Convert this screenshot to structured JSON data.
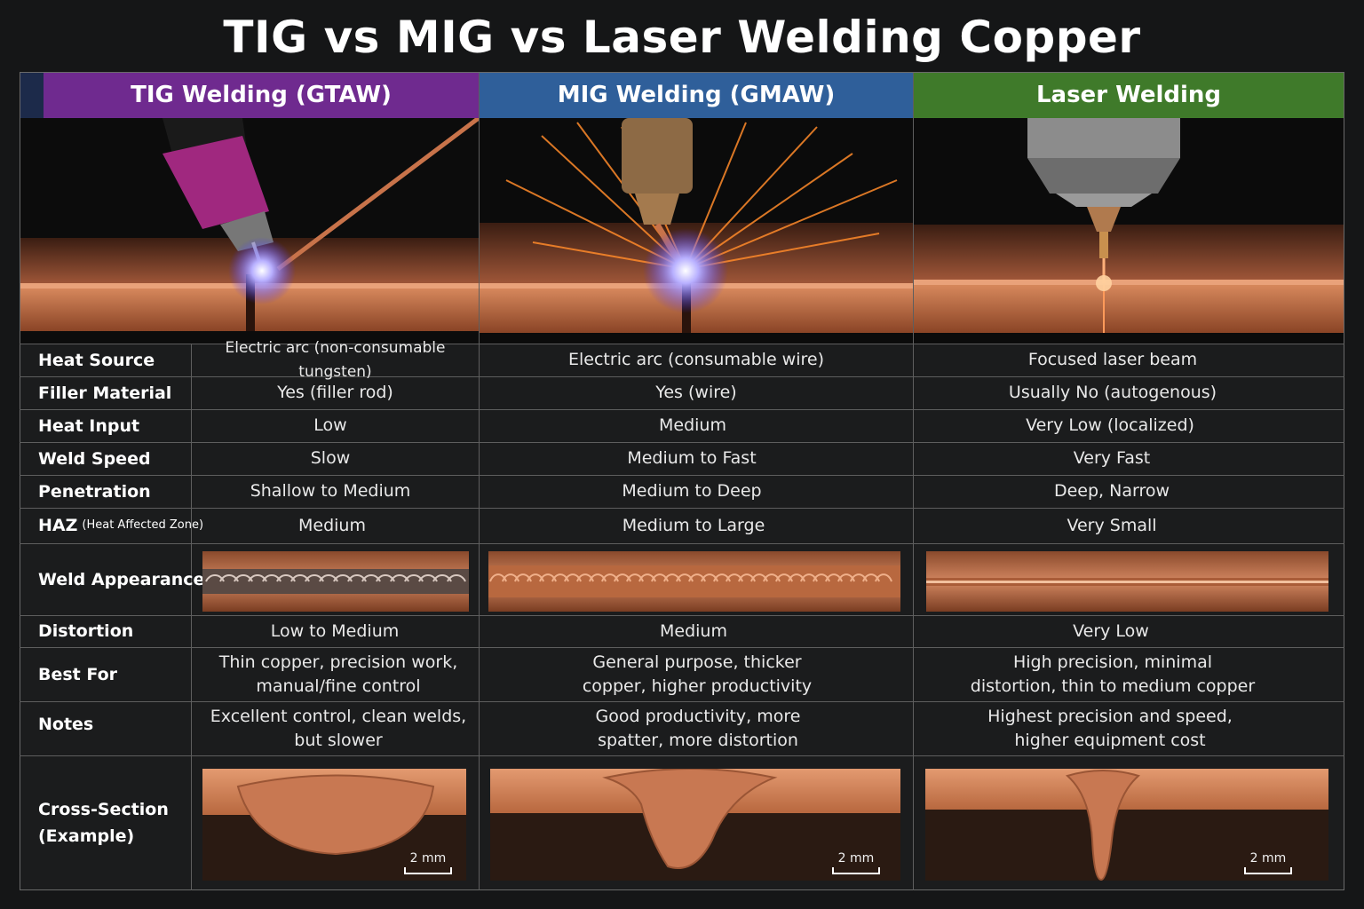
{
  "title": "TIG vs MIG vs Laser Welding Copper",
  "colors": {
    "tig": "#6f2a8f",
    "mig": "#2f5f9a",
    "laser": "#3f7a2a",
    "copper": "#c8734a"
  },
  "columns": [
    {
      "header": "TIG Welding (GTAW)"
    },
    {
      "header": "MIG Welding (GMAW)"
    },
    {
      "header": "Laser Welding"
    }
  ],
  "rows": [
    {
      "label": "Heat Source",
      "values": [
        "Electric arc (non-consumable tungsten)",
        "Electric arc (consumable wire)",
        "Focused laser beam"
      ]
    },
    {
      "label": "Filler Material",
      "values": [
        "Yes (filler rod)",
        "Yes (wire)",
        "Usually No (autogenous)"
      ]
    },
    {
      "label": "Heat Input",
      "values": [
        "Low",
        "Medium",
        "Very Low (localized)"
      ]
    },
    {
      "label": "Weld Speed",
      "values": [
        "Slow",
        "Medium to Fast",
        "Very Fast"
      ]
    },
    {
      "label": "Penetration",
      "values": [
        "Shallow to Medium",
        "Medium to Deep",
        "Deep, Narrow"
      ]
    },
    {
      "label": "HAZ",
      "sublabel": "(Heat Affected Zone)",
      "values": [
        "Medium",
        "Medium to Large",
        "Very Small"
      ]
    },
    {
      "label": "Weld Appearance"
    },
    {
      "label": "Distortion",
      "values": [
        "Low to Medium",
        "Medium",
        "Very Low"
      ]
    },
    {
      "label": "Best For",
      "values": [
        "Thin copper, precision work, manual/fine control",
        "General purpose, thicker copper, higher productivity",
        "High precision, minimal distortion, thin to medium copper"
      ]
    },
    {
      "label": "Notes",
      "values": [
        "Excellent control, clean welds, but slower",
        "Good productivity, more spatter, more distortion",
        "Highest precision and speed, higher equipment cost"
      ]
    },
    {
      "label": "Cross-Section (Example)",
      "scale": "2 mm"
    }
  ]
}
